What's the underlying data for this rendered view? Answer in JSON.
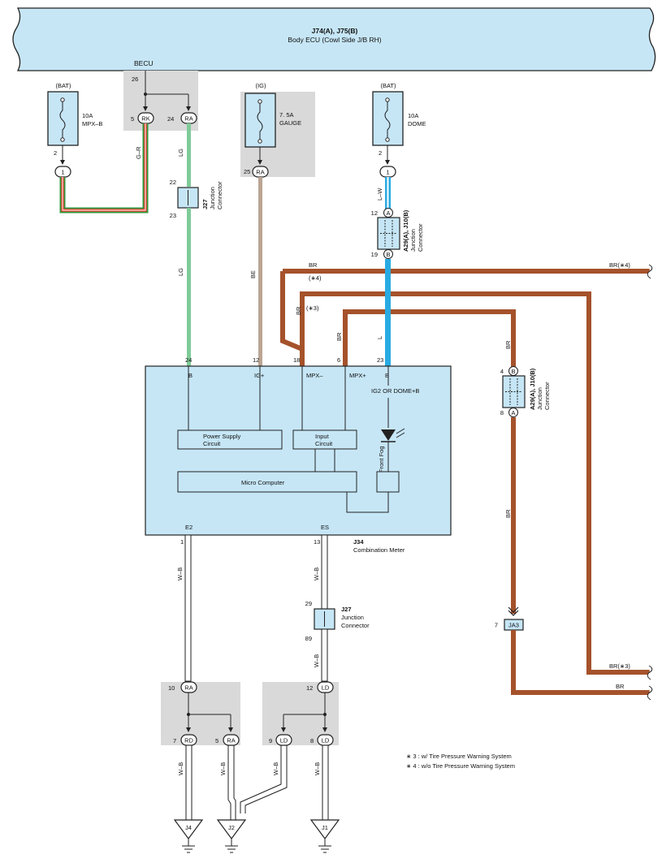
{
  "ecu": {
    "id": "J74(A), J75(B)",
    "name": "Body ECU (Cowl Side J/B RH)",
    "becu_label": "BECU",
    "pin_26": "26",
    "pin_5": "5",
    "pin_24": "24",
    "conn_rk": "RK",
    "conn_ra": "RA"
  },
  "fuses": {
    "mpxb": {
      "source": "(BAT)",
      "rating": "10A",
      "name": "MPX–B",
      "pin": "2",
      "conn": "1"
    },
    "gauge": {
      "source": "(IG)",
      "rating": "7. 5A",
      "name": "GAUGE",
      "pin": "25",
      "conn": "RA"
    },
    "dome": {
      "source": "(BAT)",
      "rating": "10A",
      "name": "DOME",
      "pin": "2",
      "conn": "1"
    }
  },
  "wires": {
    "gr": "G–R",
    "lg_top": "LG",
    "lg_bottom": "LG",
    "be": "BE",
    "lw": "L–W",
    "l": "L",
    "br_top": "BR",
    "br_note4": "(∗4)",
    "br_note3": "(∗3)",
    "br_mpx_plus": "BR",
    "br_right_top": "BR",
    "br_right_mid": "BR",
    "wb_left": "W–B",
    "wb_mid": "W–B",
    "wb_mid2": "W–B",
    "wb_rd": "W–B",
    "wb_ra": "W–B",
    "wb_ld9": "W–B",
    "wb_ld8": "W–B",
    "out_br4": "BR(∗4)",
    "out_br3": "BR(∗3)",
    "out_br": "BR"
  },
  "j27_top": {
    "id": "J27",
    "name1": "Junction",
    "name2": "Connector",
    "pin_in": "22",
    "pin_out": "23"
  },
  "a29_top": {
    "id": "A29(A), J10(B)",
    "name1": "Junction",
    "name2": "Connector",
    "pin_in": "12",
    "conn_in": "A",
    "pin_out": "19",
    "conn_out": "B"
  },
  "a29_right": {
    "id": "A29(A), J10(B)",
    "name1": "Junction",
    "name2": "Connector",
    "pin_in": "4",
    "conn_in": "B",
    "pin_out": "8",
    "conn_out": "A"
  },
  "meter": {
    "id": "J34",
    "name": "Combination Meter",
    "pins": {
      "b": "24",
      "ig": "12",
      "mpxm": "18",
      "mpxp": "6",
      "b2": "23",
      "e2": "1",
      "es": "13"
    },
    "labels": {
      "b": "B",
      "ig": "IG+",
      "mpxm": "MPX–",
      "mpxp": "MPX+",
      "b2": "B",
      "e2": "E2",
      "es": "ES"
    },
    "ig2_dome": "IG2 OR DOME+B",
    "power_supply_1": "Power Supply",
    "power_supply_2": "Circuit",
    "input_1": "Input",
    "input_2": "Circuit",
    "micro": "Micro Computer",
    "front_fog": "Front Fog"
  },
  "j27_bottom": {
    "id": "J27",
    "name1": "Junction",
    "name2": "Connector",
    "pin_in": "29",
    "pin_out": "89"
  },
  "ja3": {
    "pin": "7",
    "name": "JA3"
  },
  "ground_junctions": {
    "left": {
      "pin_in": "10",
      "conn_in": "RA",
      "pin_a": "7",
      "conn_a": "RD",
      "pin_b": "5",
      "conn_b": "RA"
    },
    "right": {
      "pin_in": "12",
      "conn_in": "LD",
      "pin_a": "9",
      "conn_a": "LD",
      "pin_b": "8",
      "conn_b": "LD"
    }
  },
  "grounds": {
    "j4": "J4",
    "j2": "J2",
    "j1": "J1"
  },
  "notes": {
    "n3": "∗ 3 : w/ Tire Pressure Warning System",
    "n4": "∗ 4 : w/o Tire Pressure Warning System"
  },
  "colors": {
    "ecu_fill": "#c6e6f6",
    "lg": "#7fcb98",
    "be": "#bba593",
    "l": "#29abe2",
    "br": "#a5522b",
    "shade": "#d9d9d9"
  }
}
